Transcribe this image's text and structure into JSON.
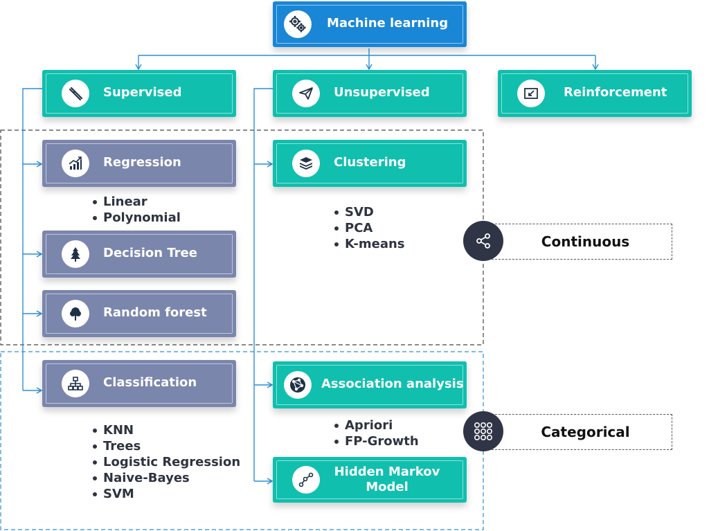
{
  "root": {
    "label": "Machine learning",
    "icon": "gears-icon"
  },
  "categories": [
    {
      "label": "Supervised",
      "icon": "wrench-icon"
    },
    {
      "label": "Unsupervised",
      "icon": "paper-plane-icon"
    },
    {
      "label": "Reinforcement",
      "icon": "minimize-icon"
    }
  ],
  "supervised": {
    "regression": {
      "label": "Regression",
      "icon": "growth-chart-icon",
      "items": [
        "Linear",
        "Polynomial"
      ]
    },
    "decision_tree": {
      "label": "Decision Tree",
      "icon": "pine-tree-icon"
    },
    "random_forest": {
      "label": "Random forest",
      "icon": "tree-icon"
    },
    "classification": {
      "label": "Classification",
      "icon": "hierarchy-icon",
      "items": [
        "KNN",
        "Trees",
        "Logistic Regression",
        "Naive-Bayes",
        "SVM"
      ]
    }
  },
  "unsupervised": {
    "clustering": {
      "label": "Clustering",
      "icon": "layers-icon",
      "items": [
        "SVD",
        "PCA",
        "K-means"
      ]
    },
    "association": {
      "label": "Association analysis",
      "icon": "network-globe-icon",
      "items": [
        "Apriori",
        "FP-Growth"
      ]
    },
    "hmm": {
      "label_line1": "Hidden Markov",
      "label_line2": "Model",
      "icon": "path-icon"
    }
  },
  "data_types": {
    "continuous": {
      "label": "Continuous",
      "icon": "share-icon"
    },
    "categorical": {
      "label": "Categorical",
      "icon": "dot-grid-icon"
    }
  },
  "colors": {
    "teal": "#10bfae",
    "slate": "#7b86ad",
    "blue": "#1a86d6",
    "connector": "#2a8fd6",
    "dark": "#2f3546"
  }
}
